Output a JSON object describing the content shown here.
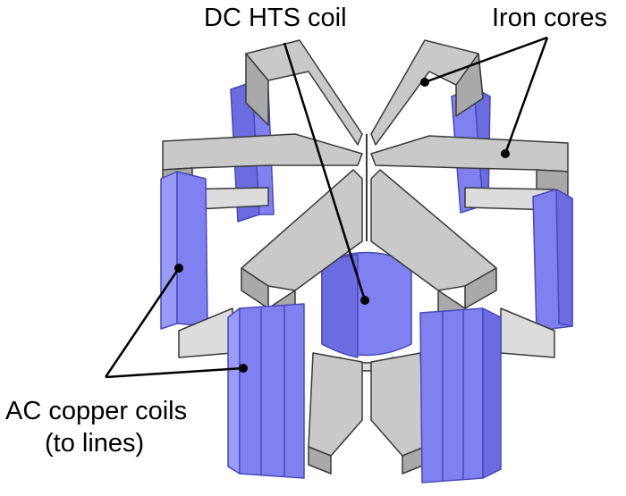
{
  "labels": {
    "dc_hts_coil": "DC HTS coil",
    "iron_cores": "Iron cores",
    "ac_copper_coils": "AC copper coils",
    "ac_copper_coils_sub": "(to lines)"
  },
  "colors": {
    "iron": "#c9c9c9",
    "copper_coil": "#8080f0",
    "outline": "#3a3a3a"
  }
}
